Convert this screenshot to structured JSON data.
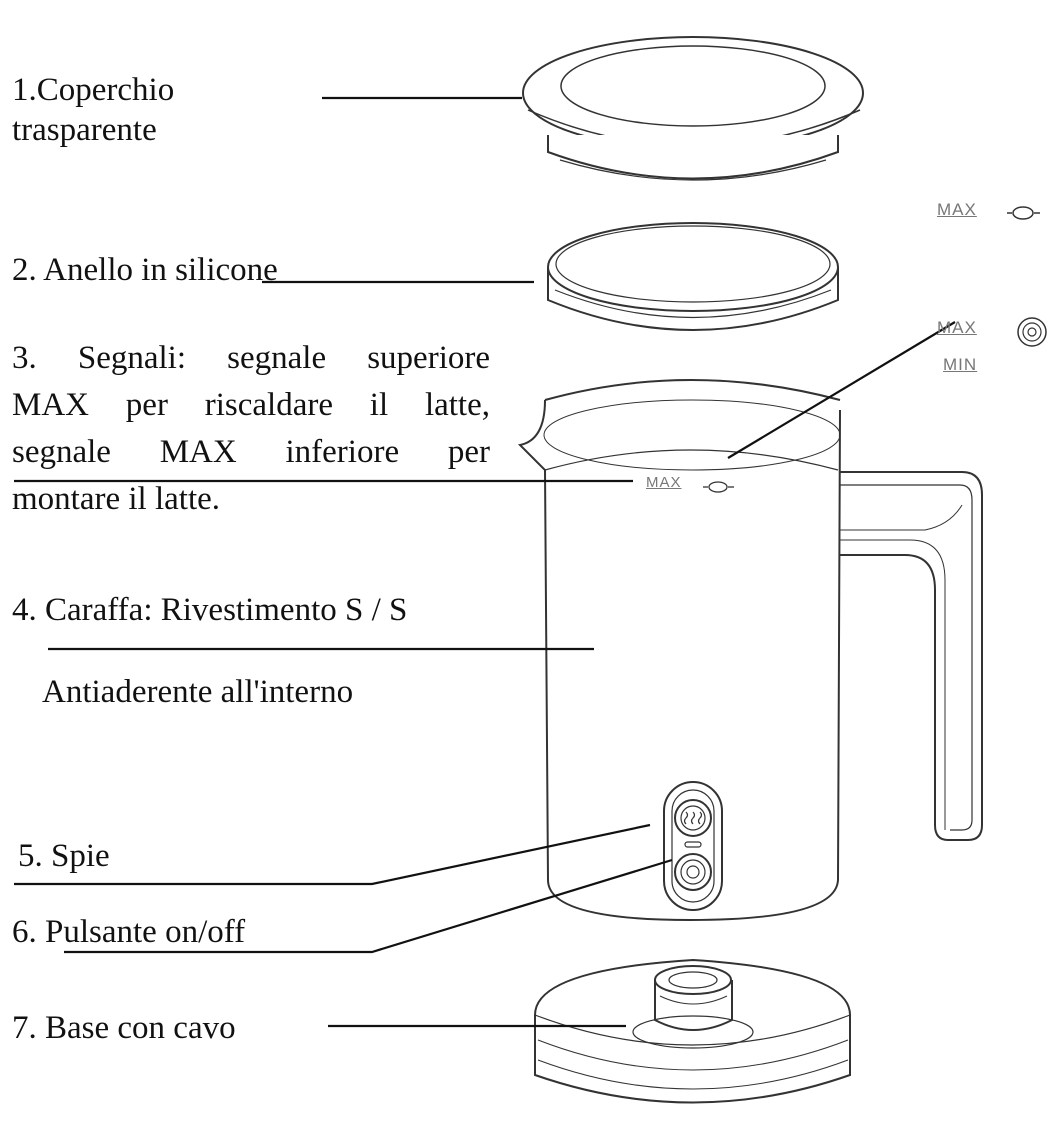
{
  "labels": {
    "lid": {
      "line1": "1.Coperchio",
      "line2": "trasparente"
    },
    "ring": "2. Anello in silicone",
    "signals": {
      "line1": "3. Segnali: segnale superiore",
      "line2": "MAX per riscaldare il latte,",
      "line3": "segnale MAX inferiore per",
      "line4": "montare il latte."
    },
    "jug": {
      "line1": "4. Caraffa: Rivestimento S / S",
      "line2": "Antiaderente all'interno"
    },
    "lights": "5. Spie",
    "button": "6. Pulsante on/off",
    "base": "7. Base con cavo"
  },
  "marks": {
    "max_upper": "MAX",
    "max_lower": "MAX",
    "min": "MIN",
    "inner_max": "MAX"
  },
  "icons": [
    "whisk-icon",
    "heat-spiral-icon",
    "heating-indicator-icon",
    "power-button-icon"
  ]
}
